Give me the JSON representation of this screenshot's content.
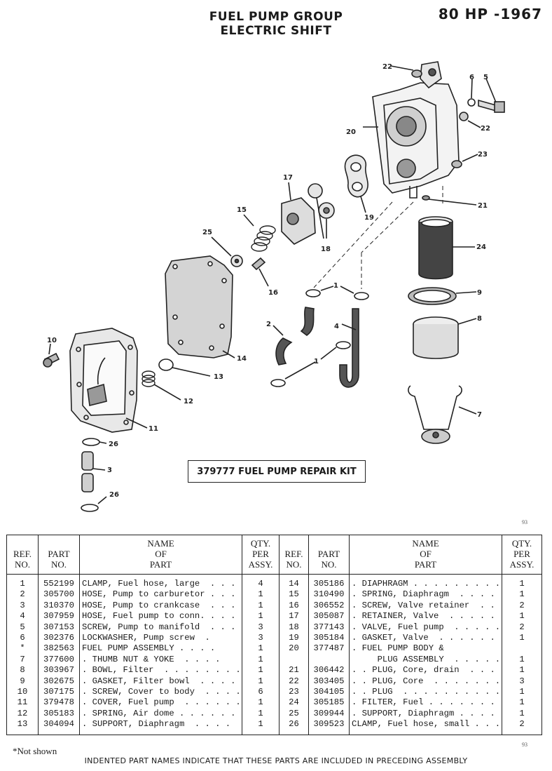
{
  "header": {
    "title_line1": "FUEL PUMP GROUP",
    "title_line2": "ELECTRIC SHIFT",
    "model": "80 HP -1967"
  },
  "diagram": {
    "callouts": [
      "1",
      "2",
      "3",
      "4",
      "5",
      "6",
      "7",
      "8",
      "9",
      "10",
      "11",
      "12",
      "13",
      "14",
      "15",
      "16",
      "17",
      "18",
      "19",
      "20",
      "21",
      "22",
      "23",
      "24",
      "25",
      "26"
    ],
    "kit_label": "379777 FUEL PUMP REPAIR KIT",
    "page_mark": "93"
  },
  "table": {
    "headers": {
      "ref": "REF. NO.",
      "part": "PART NO.",
      "name": "NAME OF PART",
      "qty": "QTY. PER ASSY."
    },
    "left_rows": [
      {
        "ref": "1",
        "part": "552199",
        "name": "CLAMP, Fuel hose, large  . . .",
        "qty": "4"
      },
      {
        "ref": "2",
        "part": "305700",
        "name": "HOSE, Pump to carburetor . . .",
        "qty": "1"
      },
      {
        "ref": "3",
        "part": "310370",
        "name": "HOSE, Pump to crankcase  . . .",
        "qty": "1"
      },
      {
        "ref": "4",
        "part": "307959",
        "name": "HOSE, Fuel pump to conn. . . .",
        "qty": "1"
      },
      {
        "ref": "5",
        "part": "307153",
        "name": "SCREW, Pump to manifold  . . .",
        "qty": "3"
      },
      {
        "ref": "6",
        "part": "302376",
        "name": "LOCKWASHER, Pump screw  .",
        "qty": "3"
      },
      {
        "ref": "*",
        "part": "382563",
        "name": "FUEL PUMP ASSEMBLY . . . .",
        "qty": "1"
      },
      {
        "ref": "7",
        "part": "377600",
        "name": ". THUMB NUT & YOKE  . . . .",
        "qty": "1"
      },
      {
        "ref": "8",
        "part": "303967",
        "name": ". BOWL, Filter  . . . . . . . . .",
        "qty": "1"
      },
      {
        "ref": "9",
        "part": "302675",
        "name": ". GASKET, Filter bowl  . . . .",
        "qty": "1"
      },
      {
        "ref": "10",
        "part": "307175",
        "name": ". SCREW, Cover to body  . . . .",
        "qty": "6"
      },
      {
        "ref": "11",
        "part": "379478",
        "name": ". COVER, Fuel pump  . . . . . .",
        "qty": "1"
      },
      {
        "ref": "12",
        "part": "305183",
        "name": ". SPRING, Air dome . . . . . . .",
        "qty": "1"
      },
      {
        "ref": "13",
        "part": "304094",
        "name": ". SUPPORT, Diaphragm  . . . .",
        "qty": "1"
      }
    ],
    "right_rows": [
      {
        "ref": "14",
        "part": "305186",
        "name": ". DIAPHRAGM . . . . . . . . . .",
        "qty": "1"
      },
      {
        "ref": "15",
        "part": "310490",
        "name": ". SPRING, Diaphragm  . . . . .",
        "qty": "1"
      },
      {
        "ref": "16",
        "part": "306552",
        "name": ". SCREW, Valve retainer  . . .",
        "qty": "2"
      },
      {
        "ref": "17",
        "part": "305087",
        "name": ". RETAINER, Valve  . . . . . .",
        "qty": "1"
      },
      {
        "ref": "18",
        "part": "377143",
        "name": ". VALVE, Fuel pump  . . . . . .",
        "qty": "2"
      },
      {
        "ref": "19",
        "part": "305184",
        "name": ". GASKET, Valve  . . . . . . . .",
        "qty": "1"
      },
      {
        "ref": "20",
        "part": "377487",
        "name": ". FUEL PUMP BODY &",
        "qty": ""
      },
      {
        "ref": "",
        "part": "",
        "name": "     PLUG ASSEMBLY  . . . . . .",
        "qty": "1"
      },
      {
        "ref": "21",
        "part": "306442",
        "name": ". . PLUG, Core, drain  . . . .",
        "qty": "1"
      },
      {
        "ref": "22",
        "part": "303405",
        "name": ". . PLUG, Core  . . . . . . . .",
        "qty": "3"
      },
      {
        "ref": "23",
        "part": "304105",
        "name": ". . PLUG  . . . . . . . . . . .",
        "qty": "1"
      },
      {
        "ref": "24",
        "part": "305185",
        "name": ". FILTER, Fuel . . . . . . . . .",
        "qty": "1"
      },
      {
        "ref": "25",
        "part": "309944",
        "name": ". SUPPORT, Diaphragm . . . .",
        "qty": "1"
      },
      {
        "ref": "26",
        "part": "309523",
        "name": "CLAMP, Fuel hose, small . . .",
        "qty": "2"
      }
    ]
  },
  "footer": {
    "not_shown": "*Not shown",
    "page_mark": "93",
    "note": "INDENTED PART NAMES INDICATE THAT THESE PARTS ARE INCLUDED IN PRECEDING ASSEMBLY"
  }
}
